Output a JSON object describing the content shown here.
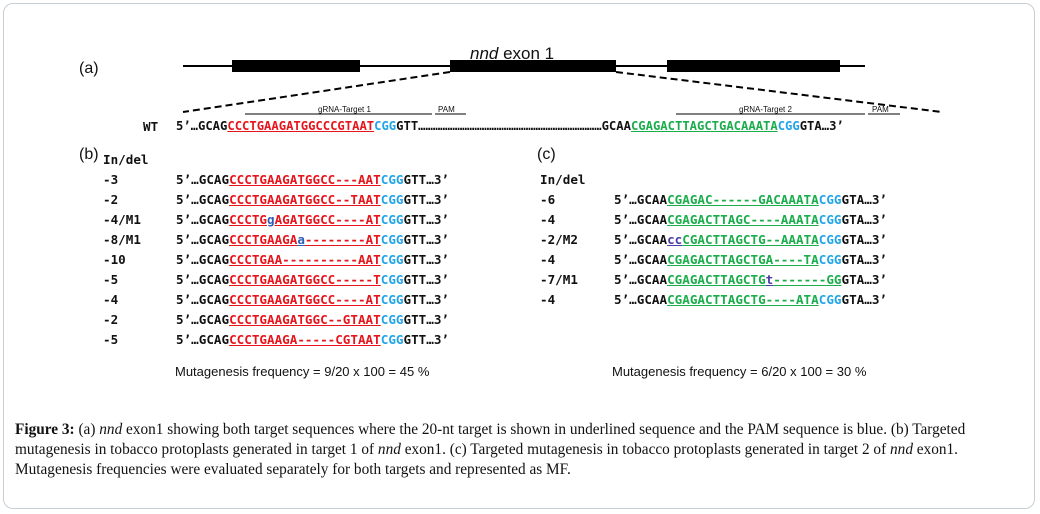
{
  "figure": {
    "gene_title_italic": "nnd",
    "gene_title_rest": " exon 1",
    "panel_a": "(a)",
    "panel_b": "(b)",
    "panel_c": "(c)",
    "wt_label": "WT",
    "wt": {
      "p5": "5’…GCAG",
      "t1": "CCCTGAAGATGGCCCGTAAT",
      "pam1": "CGG",
      "mid": "GTT…………………………………………………………………GCAA",
      "t2": "CGAGACTTAGCTGACAAATA",
      "pam2": "CGG",
      "end": "GTA…3’"
    },
    "grna_target1": "gRNA-Target 1",
    "pam_label1": "PAM",
    "grna_target2": "gRNA-Target 2",
    "pam_label2": "PAM",
    "indel_header_b": "In/del",
    "indel_header_c": "In/del",
    "rows_b": [
      {
        "label": "-3",
        "pre": "5’…GCAG",
        "t": "CCCTGAAGATGGCC---AAT",
        "pam": "CGG",
        "post": "GTT…3’"
      },
      {
        "label": "-2",
        "pre": "5’…GCAG",
        "t": "CCCTGAAGATGGCC--TAAT",
        "pam": "CGG",
        "post": "GTT…3’"
      },
      {
        "label": "-4/M1",
        "pre": "5’…GCAG",
        "t_a": "CCCTG",
        "ins": "g",
        "t_b": "AGATGGCC----AT",
        "pam": "CGG",
        "post": "GTT…3’"
      },
      {
        "label": "-8/M1",
        "pre": "5’…GCAG",
        "t_a": "CCCTGAAGA",
        "ins": "a",
        "t_b": "--------AT",
        "pam": "CGG",
        "post": "GTT…3’"
      },
      {
        "label": "-10",
        "pre": "5’…GCAG",
        "t": "CCCTGAA----------AAT",
        "pam": "CGG",
        "post": "GTT…3’"
      },
      {
        "label": "-5",
        "pre": "5’…GCAG",
        "t": "CCCTGAAGATGGCC-----T",
        "pam": "CGG",
        "post": "GTT…3’"
      },
      {
        "label": "-4",
        "pre": "5’…GCAG",
        "t": "CCCTGAAGATGGCC----AT",
        "pam": "CGG",
        "post": "GTT…3’"
      },
      {
        "label": "-2",
        "pre": "5’…GCAG",
        "t": "CCCTGAAGATGGC--GTAAT",
        "pam": "CGG",
        "post": "GTT…3’"
      },
      {
        "label": "-5",
        "pre": "5’…GCAG",
        "t": "CCCTGAAGA-----CGTAAT",
        "pam": "CGG",
        "post": "GTT…3’"
      }
    ],
    "rows_c": [
      {
        "label": "-6",
        "pre": "5’…GCAA",
        "t": "CGAGAC------GACAAATA",
        "pam": "CGG",
        "post": "GTA…3’"
      },
      {
        "label": "-4",
        "pre": "5’…GCAA",
        "t": "CGAGACTTAGC----AAATA",
        "pam": "CGG",
        "post": "GTA…3’"
      },
      {
        "label": "-2/M2",
        "pre": "5’…GCAA",
        "ins": "cc",
        "t_b": "CGACTTAGCTG--AAATA",
        "pam": "CGG",
        "post": "GTA…3’"
      },
      {
        "label": "-4",
        "pre": "5’…GCAA",
        "t": "CGAGACTTAGCTGA----TA",
        "pam": "CGG",
        "post": "GTA…3’"
      },
      {
        "label": "-7/M1",
        "pre": "5’…GCAA",
        "t_a": "CGAGACTTAGCTG",
        "ins": "t",
        "t_b": "-------",
        "tail": "GG",
        "post": "GTA…3’"
      },
      {
        "label": "-4",
        "pre": "5’…GCAA",
        "t": "CGAGACTTAGCTG----ATA",
        "pam": "CGG",
        "post": "GTA…3’"
      }
    ],
    "freq_b": "Mutagenesis frequency = 9/20 x 100 = 45 %",
    "freq_c": "Mutagenesis frequency = 6/20 x 100 = 30 %"
  },
  "caption": {
    "label": "Figure 3:",
    "p1": " (a) ",
    "i1": "nnd",
    "p2": " exon1 showing both target sequences where the 20-nt target is shown in underlined sequence and the PAM sequence is blue. (b) Targeted mutagenesis in tobacco protoplasts generated in target 1 of ",
    "i2": "nnd",
    "p3": " exon1. (c) Targeted mutagenesis in tobacco protoplasts generated in target 2 of ",
    "i3": "nnd",
    "p4": " exon1. Mutagenesis frequencies were evaluated separately for both targets and represented as MF."
  }
}
